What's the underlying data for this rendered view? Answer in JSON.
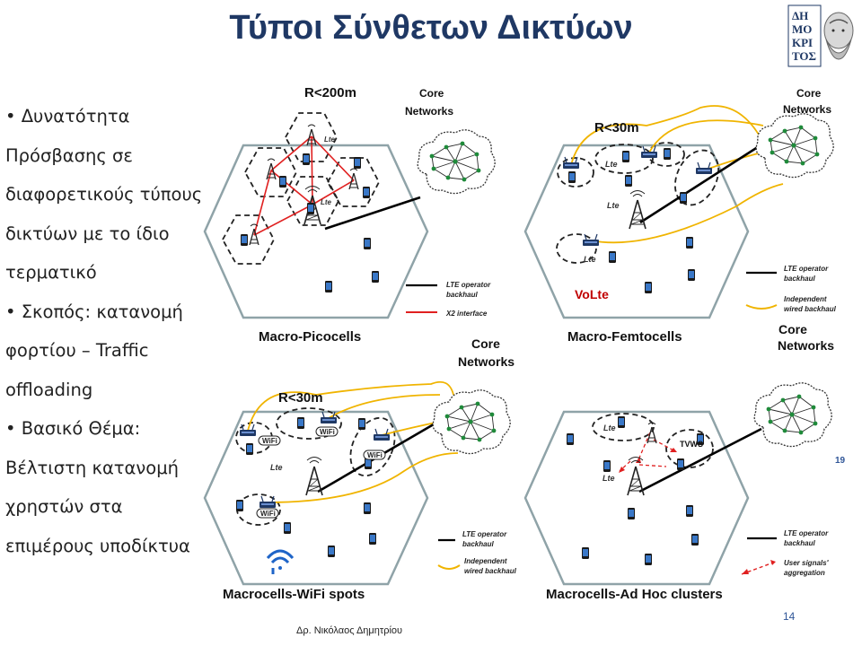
{
  "slide": {
    "title": "Τύποι Σύνθετων  Δικτύων",
    "footer": "Δρ. Νικόλαος Δημητρίου",
    "page_number": "14",
    "inner_number": "19"
  },
  "bullets": [
    "• Δυνατότητα",
    "Πρόσβασης σε",
    "διαφορετικούς τύπους",
    "δικτύων με το ίδιο",
    "τερματικό",
    "• Σκοπός: κατανομή",
    "φορτίου – Traffic",
    "offloading",
    "• Βασικό Θέμα:",
    "Βέλτιστη κατανομή",
    "χρηστών στα",
    "επιμέρους υποδίκτυα"
  ],
  "panels": {
    "pico": {
      "caption": "Macro-Picocells",
      "radius": "R<200m",
      "core_1": "Core",
      "core_2": "Networks",
      "legend_1a": "LTE operator",
      "legend_1b": "backhaul",
      "legend_2": "X2 interface"
    },
    "femto": {
      "caption": "Macro-Femtocells",
      "radius": "R<30m",
      "core_1": "Core",
      "core_2": "Networks",
      "legend_1a": "LTE operator",
      "legend_1b": "backhaul",
      "legend_2a": "Independent",
      "legend_2b": "wired backhaul",
      "volte": "VoLte"
    },
    "wifi": {
      "caption": "Macrocells-WiFi spots",
      "radius": "R<30m",
      "core_1": "Core",
      "core_2": "Networks",
      "legend_1a": "LTE operator",
      "legend_1b": "backhaul",
      "legend_2a": "Independent",
      "legend_2b": "wired backhaul",
      "wifi_label": "WiFi"
    },
    "adhoc": {
      "caption": "Macrocells-Ad Hoc clusters",
      "core_1": "Core",
      "core_2": "Networks",
      "tvws": "TVWS",
      "legend_1a": "LTE operator",
      "legend_1b": "backhaul",
      "legend_2a": "User signals'",
      "legend_2b": "aggregation"
    },
    "lte_label": "Lte"
  },
  "colors": {
    "title": "#1f3864",
    "hexagon_fill": "#ffffff",
    "hexagon_stroke": "#8fa3a8",
    "x2_interface": "#e02020",
    "wired_backhaul": "#f0b400",
    "operator_backhaul": "#000000",
    "lte_red": "#c00000",
    "page_number": "#2f5597"
  }
}
